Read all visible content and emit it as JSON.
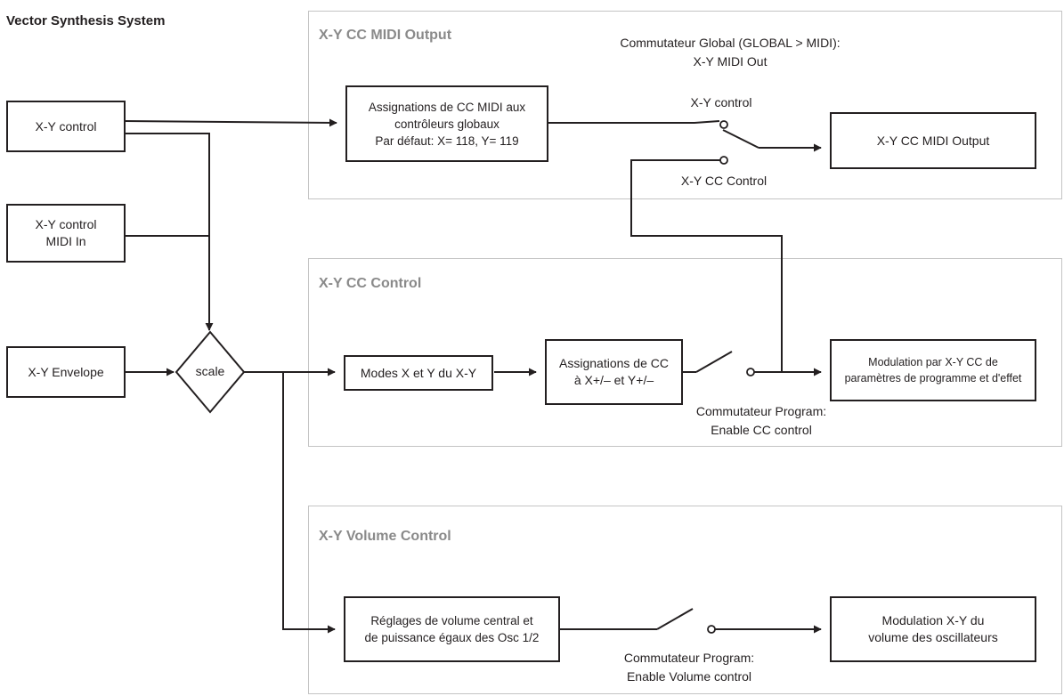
{
  "title": "Vector Synthesis System",
  "sections": {
    "midi_output": {
      "title": "X-Y CC MIDI Output",
      "global_switch_line1": "Commutateur Global (GLOBAL > MIDI):",
      "global_switch_line2": "X-Y MIDI Out",
      "switch_top_label": "X-Y control",
      "switch_bottom_label": "X-Y CC Control",
      "assign_box_line1": "Assignations de CC MIDI aux",
      "assign_box_line2": "contrôleurs globaux",
      "assign_box_line3": "Par défaut: X= 118, Y= 119",
      "output_box": "X-Y CC MIDI Output"
    },
    "cc_control": {
      "title": "X-Y CC Control",
      "modes_box": "Modes X et Y du X-Y",
      "assign_box_line1": "Assignations de CC",
      "assign_box_line2": "à X+/– et Y+/–",
      "modulation_box_line1": "Modulation par X-Y CC de",
      "modulation_box_line2": "paramètres de programme et d'effet",
      "switch_label_line1": "Commutateur Program:",
      "switch_label_line2": "Enable CC control"
    },
    "volume_control": {
      "title": "X-Y Volume Control",
      "settings_box_line1": "Réglages de volume central et",
      "settings_box_line2": "de puissance égaux des Osc 1/2",
      "modulation_box_line1": "Modulation X-Y du",
      "modulation_box_line2": "volume des oscillateurs",
      "switch_label_line1": "Commutateur Program:",
      "switch_label_line2": "Enable Volume control"
    }
  },
  "sources": {
    "xy_control": "X-Y control",
    "xy_midi_in_line1": "X-Y control",
    "xy_midi_in_line2": "MIDI In",
    "xy_envelope": "X-Y Envelope"
  },
  "scale_label": "scale",
  "colors": {
    "line": "#231f20",
    "section_border": "#c4c4c4",
    "section_title": "#8a8a8a"
  }
}
